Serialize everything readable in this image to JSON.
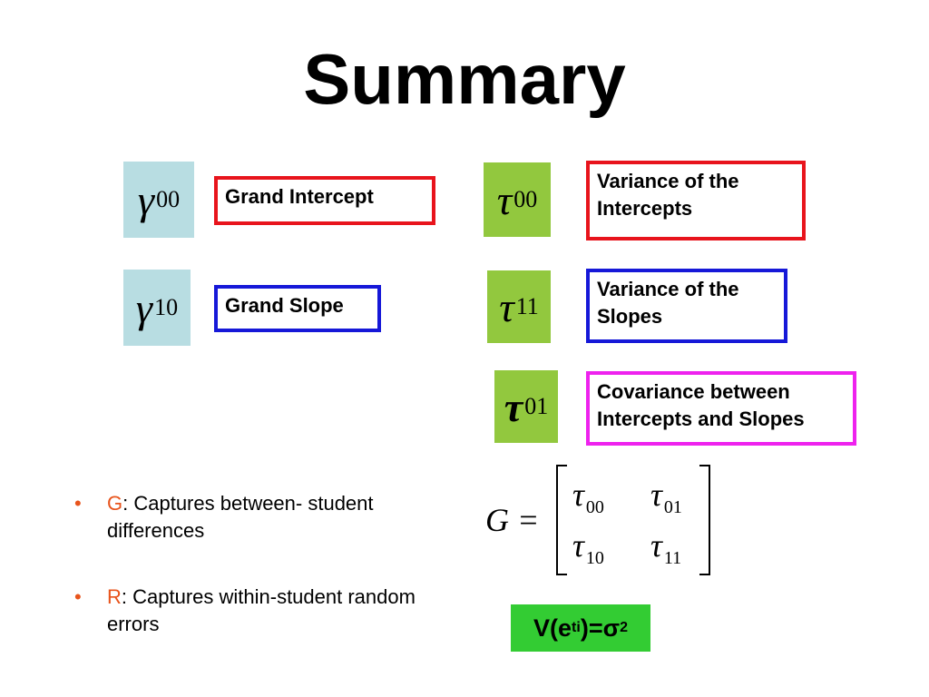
{
  "slide": {
    "title": "Summary"
  },
  "symbols": [
    {
      "base": "γ",
      "sub": "00",
      "label": "Grand Intercept"
    },
    {
      "base": "γ",
      "sub": "10",
      "label": "Grand Slope"
    },
    {
      "base": "τ",
      "sub": "00",
      "label": "Variance of the Intercepts"
    },
    {
      "base": "τ",
      "sub": "11",
      "label": "Variance of the Slopes"
    },
    {
      "base": "τ",
      "sub": "01",
      "label": "Covariance between Intercepts and Slopes"
    }
  ],
  "bullets": [
    {
      "key": "G",
      "text": ": Captures between- student differences"
    },
    {
      "key": "R",
      "text": ": Captures within-student random errors"
    }
  ],
  "matrix": {
    "lhs": "G =",
    "cells": [
      {
        "base": "τ",
        "sub": "00"
      },
      {
        "base": "τ",
        "sub": "01"
      },
      {
        "base": "τ",
        "sub": "10"
      },
      {
        "base": "τ",
        "sub": "11"
      }
    ]
  },
  "error_variance": {
    "v": "V(e",
    "sub": "ti",
    "mid": ")=σ",
    "sup": "2"
  },
  "colors": {
    "symbol_blue_bg": "#b8dde2",
    "symbol_green_bg": "#92c83e",
    "red": "#e8141c",
    "blue": "#1618d8",
    "magenta": "#ee22ee",
    "bullet_orange": "#e8541c",
    "sigma_bg": "#33cc33"
  }
}
